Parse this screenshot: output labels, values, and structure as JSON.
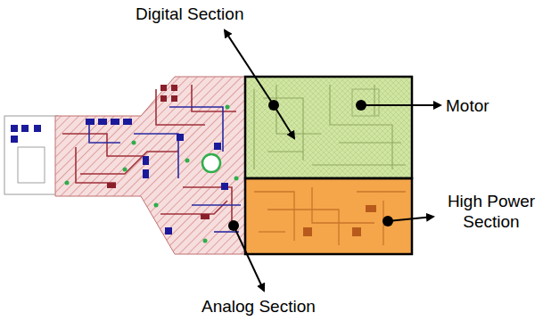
{
  "diagram": {
    "labels": [
      "Digital Section",
      "Motor",
      "High Power Section",
      "Analog Section"
    ]
  }
}
